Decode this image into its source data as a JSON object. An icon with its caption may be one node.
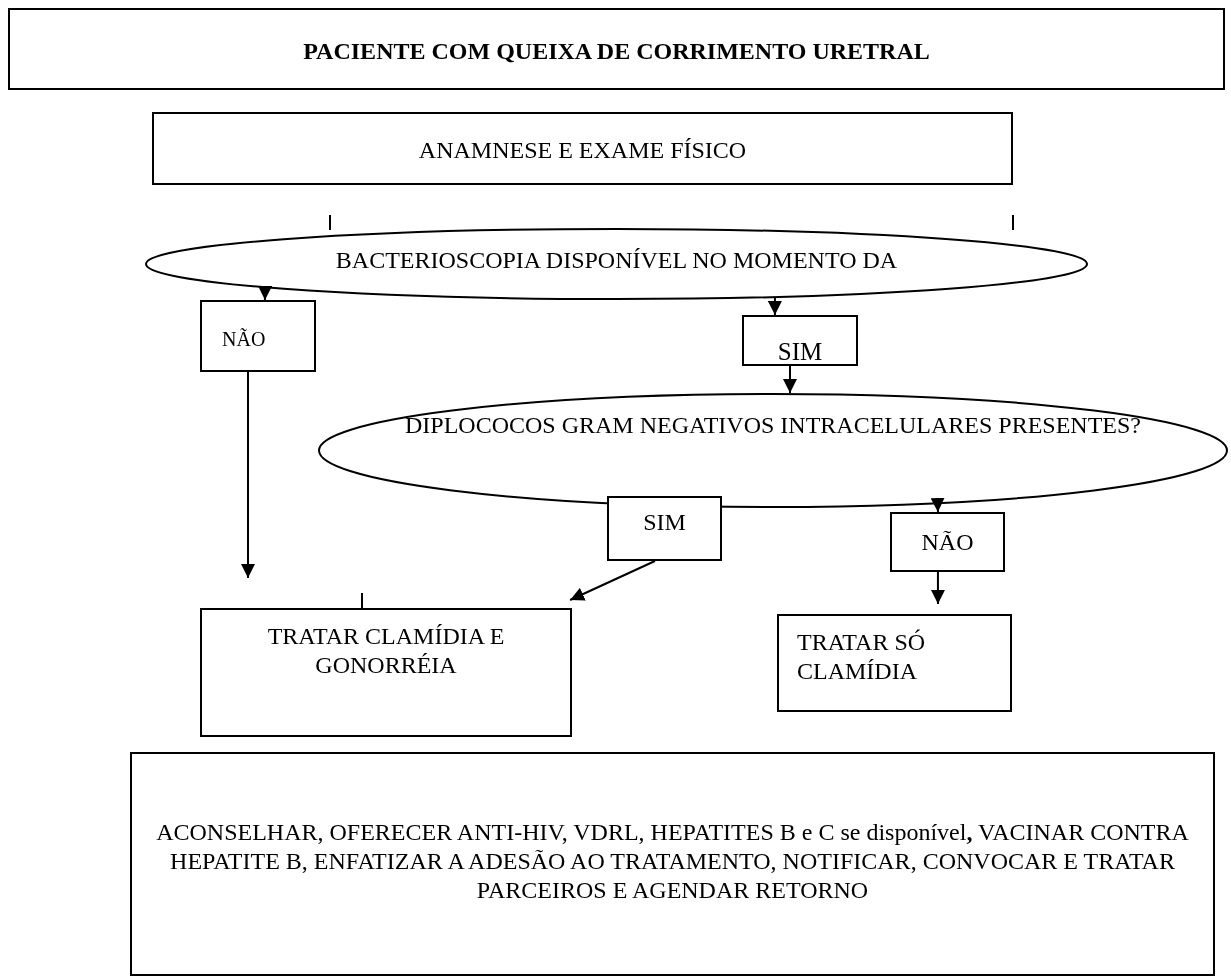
{
  "diagram": {
    "nodes": [
      {
        "text": [
          "PACIENTE COM QUEIXA DE CORRIMENTO URETRAL"
        ]
      },
      {
        "text": [
          "ANAMNESE E EXAME FÍSICO"
        ]
      },
      {
        "text": [
          "BACTERIOSCOPIA DISPONÍVEL NO MOMENTO DA"
        ]
      },
      {
        "text": [
          "NÃO"
        ]
      },
      {
        "text": [
          "SIM"
        ]
      },
      {
        "text": [
          "DIPLOCOCOS GRAM NEGATIVOS INTRACELULARES PRESENTES?"
        ]
      },
      {
        "text": [
          "SIM"
        ]
      },
      {
        "text": [
          "NÃO"
        ]
      },
      {
        "text": [
          "TRATAR CLAMÍDIA E GONORRÉIA"
        ]
      },
      {
        "text": [
          "TRATAR SÓ CLAMÍDIA"
        ]
      },
      {
        "text": [
          "ACONSELHAR, OFERECER ANTI-HIV, VDRL, HEPATITES B e C se disponível**,** VACINAR CONTRA HEPATITE B, ENFATIZAR A ADESÃO AO TRATAMENTO, NOTIFICAR, CONVOCAR E TRATAR PARCEIROS E AGENDAR RETORNO"
        ]
      }
    ],
    "edges": [
      {
        "from": 2,
        "to": 3,
        "arrow": "to"
      },
      {
        "from": 2,
        "to": 4,
        "arrow": "to"
      },
      {
        "from": 4,
        "to": 5,
        "arrow": "to"
      },
      {
        "from": 3,
        "to": 8,
        "arrow": "to"
      },
      {
        "from": 6,
        "to": 8,
        "arrow": "to"
      },
      {
        "from": 5,
        "to": 7,
        "arrow": "to"
      },
      {
        "from": 7,
        "to": 9,
        "arrow": "to"
      }
    ]
  }
}
